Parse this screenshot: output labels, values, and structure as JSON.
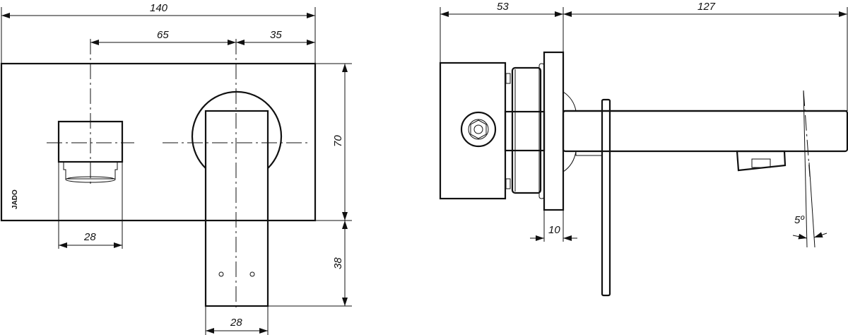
{
  "front_view": {
    "brand": "JADO",
    "dimensions": {
      "total_width": "140",
      "handle_to_spout": "65",
      "spout_to_edge": "35",
      "plate_height": "70",
      "spout_projection": "38",
      "handle_width": "28",
      "spout_width": "28"
    }
  },
  "side_view": {
    "dimensions": {
      "body_depth": "53",
      "spout_length": "127",
      "flange_thickness": "10",
      "aerator_angle": "5º"
    }
  }
}
